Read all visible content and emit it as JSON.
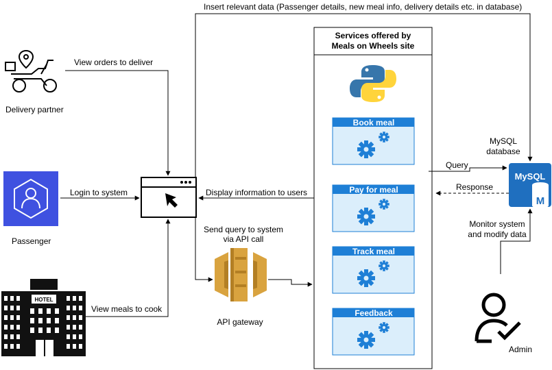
{
  "actors": {
    "delivery_partner": "Delivery partner",
    "passenger": "Passenger",
    "admin": "Admin",
    "api_gateway": "API gateway",
    "mysql": "MySQL\ndatabase",
    "hotel_sign": "HOTEL",
    "mysql_logo": "MySQL",
    "mysql_m": "M"
  },
  "edges": {
    "insert_data": "Insert relevant data (Passenger details, new meal info, delivery details etc. in database)",
    "view_orders": "View orders to deliver",
    "login": "Login to system",
    "view_meals": "View meals to cook",
    "display_info": "Display information to users",
    "send_query": "Send query to system\nvia API call",
    "query": "Query",
    "response": "Response",
    "monitor": "Monitor system\nand modify data"
  },
  "services": {
    "header": "Services offered by\nMeals on Wheels site",
    "items": [
      "Book meal",
      "Pay for meal",
      "Track meal",
      "Feedback"
    ]
  },
  "colors": {
    "service_header": "#1e7fd6",
    "service_body": "#dbeefb",
    "gear": "#1e7fd6",
    "passenger_bg": "#3f51e0",
    "api_gold": "#d9a33f",
    "api_gold_dark": "#b37f24",
    "mysql_blue": "#1f6fbf",
    "python_blue": "#3776ab",
    "python_yellow": "#ffd43b"
  }
}
